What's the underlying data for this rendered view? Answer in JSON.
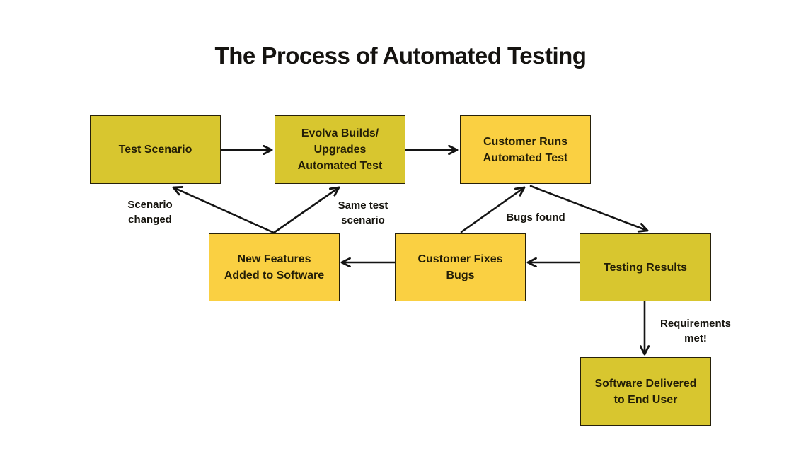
{
  "title": "The Process of Automated Testing",
  "colors": {
    "background": "#ffffff",
    "box_olive": "#d8c62f",
    "box_bright": "#fad042",
    "box_border": "#26200a",
    "box_text": "#231e07",
    "label_text": "#15130d",
    "arrow": "#141414"
  },
  "nodes": [
    {
      "id": "test-scenario",
      "label": "Test Scenario",
      "variant": "olive"
    },
    {
      "id": "evolva-builds",
      "label": "Evolva Builds/\nUpgrades\nAutomated Test",
      "variant": "olive"
    },
    {
      "id": "customer-runs",
      "label": "Customer Runs\nAutomated Test",
      "variant": "bright"
    },
    {
      "id": "new-features",
      "label": "New Features\nAdded to Software",
      "variant": "bright"
    },
    {
      "id": "customer-fixes",
      "label": "Customer Fixes\nBugs",
      "variant": "bright"
    },
    {
      "id": "testing-results",
      "label": "Testing Results",
      "variant": "olive"
    },
    {
      "id": "software-delivered",
      "label": "Software Delivered\nto End User",
      "variant": "olive"
    }
  ],
  "edge_labels": [
    {
      "id": "scenario-changed",
      "text": "Scenario\nchanged"
    },
    {
      "id": "same-test-scenario",
      "text": "Same test\nscenario"
    },
    {
      "id": "bugs-found",
      "text": "Bugs found"
    },
    {
      "id": "requirements-met",
      "text": "Requirements\nmet!"
    }
  ]
}
